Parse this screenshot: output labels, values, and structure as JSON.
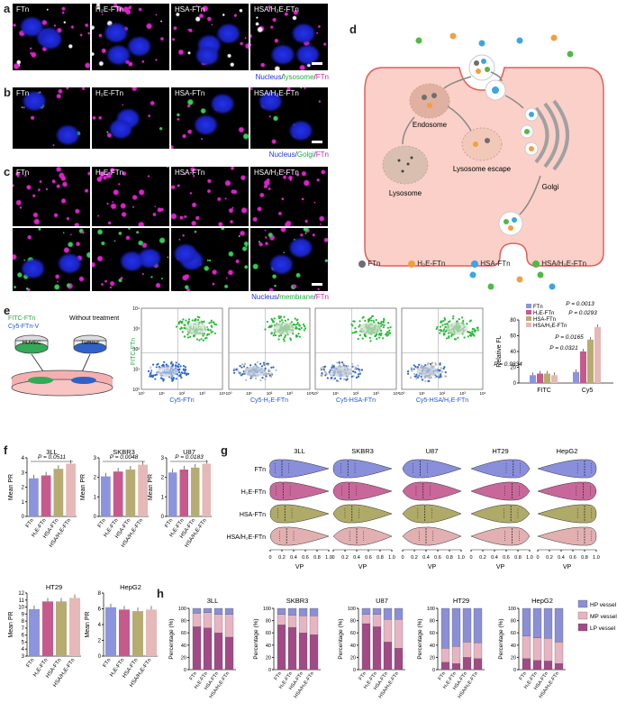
{
  "panels": {
    "a": "a",
    "b": "b",
    "c": "c",
    "d": "d",
    "e": "e",
    "f": "f",
    "g": "g",
    "h": "h"
  },
  "groups": [
    "FTn",
    "H₂E-FTn",
    "HSA-FTn",
    "HSA/H₂E-FTn"
  ],
  "a_caption": {
    "n": "Nucleus",
    "s1": "/",
    "l": "lysosome",
    "s2": "/",
    "f": "FTn"
  },
  "b_caption": {
    "n": "Nucleus",
    "s1": "/",
    "l": "Golgi",
    "s2": "/",
    "f": "FTn"
  },
  "c_caption": {
    "n": "Nucleus",
    "s1": "/",
    "l": "membrane",
    "s2": "/",
    "f": "FTn"
  },
  "colors": {
    "blue": "#2233dd",
    "green": "#33cc55",
    "magenta": "#dd22cc",
    "ftn": "#6e6e6e",
    "h2e": "#f0a040",
    "hsa": "#3aa7e0",
    "hsah2e": "#52b848"
  },
  "diagram": {
    "endosome": "Endosome",
    "lysosome": "Lysosome",
    "escape": "Lysosome escape",
    "golgi": "Golgi"
  },
  "legend_d": [
    "FTn",
    "H₂E-FTn",
    "HSA-FTn",
    "HSA/H₂E-FTn"
  ],
  "e_schematic": {
    "fitc": "FITC-FTn",
    "cy5": "Cy5-FTn-V",
    "without": "Without treatment",
    "huvec": "HUVEC",
    "tumour": "Tumour"
  },
  "flow": {
    "ylabel": "FITC-FTn",
    "ticks": [
      "10⁰",
      "10¹",
      "10²",
      "10³",
      "10⁴"
    ],
    "huvec": "HUVEC",
    "tumour": "Tumour",
    "xlabels": [
      "Cy5-FTn",
      "Cy5-H₂E-FTn",
      "Cy5-HSA-FTn",
      "Cy5-HSA/H₂E-FTn"
    ]
  },
  "chart_data": [
    {
      "panel": "e",
      "type": "bar",
      "ylabel": "Relative FL",
      "categories": [
        "FITC",
        "Cy5"
      ],
      "ylim": [
        0,
        80
      ],
      "yticks": [
        0,
        20,
        40,
        60,
        80
      ],
      "series": [
        {
          "name": "FTn",
          "values": [
            10,
            14
          ]
        },
        {
          "name": "H₂E-FTn",
          "values": [
            12,
            40
          ]
        },
        {
          "name": "HSA-FTn",
          "values": [
            12,
            55
          ]
        },
        {
          "name": "HSA/H₂E-FTn",
          "values": [
            10,
            71
          ]
        }
      ],
      "annotations": [
        "P = 0.9834",
        "P = 0.0013",
        "P = 0.0293",
        "P = 0.0165",
        "P = 0.0321"
      ]
    },
    {
      "panel": "f",
      "type": "bar",
      "title": "3LL",
      "ylabel": "Mean PR",
      "ylim": [
        0,
        4
      ],
      "yticks": [
        0,
        1,
        2,
        3,
        4
      ],
      "categories": [
        "FTn",
        "H₂E-FTn",
        "HSA-FTn",
        "HSA/H₂E-FTn"
      ],
      "values": [
        2.6,
        2.8,
        3.25,
        3.6
      ],
      "annotation": "P = 0.0511"
    },
    {
      "panel": "f",
      "type": "bar",
      "title": "SKBR3",
      "ylabel": "Mean PR",
      "ylim": [
        0,
        3
      ],
      "yticks": [
        0,
        1,
        2,
        3
      ],
      "categories": [
        "FTn",
        "H₂E-FTn",
        "HSA-FTn",
        "HSA/H₂E-FTn"
      ],
      "values": [
        2.05,
        2.3,
        2.4,
        2.65
      ],
      "annotation": "P = 0.0048"
    },
    {
      "panel": "f",
      "type": "bar",
      "title": "U87",
      "ylabel": "Mean PR",
      "ylim": [
        0,
        3
      ],
      "yticks": [
        0,
        1,
        2,
        3
      ],
      "categories": [
        "FTn",
        "H₂E-FTn",
        "HSA-FTn",
        "HSA/H₂E-FTn"
      ],
      "values": [
        2.25,
        2.4,
        2.5,
        2.7
      ],
      "annotation": "P = 0.0183"
    },
    {
      "panel": "f",
      "type": "bar",
      "title": "HT29",
      "ylabel": "Mean PR",
      "ylim": [
        3,
        12
      ],
      "yticks": [
        3,
        4,
        5,
        6,
        7,
        8,
        9,
        10,
        11,
        12
      ],
      "categories": [
        "FTn",
        "H₂E-FTn",
        "HSA-FTn",
        "HSA/H₂E-FTn"
      ],
      "values": [
        9.7,
        10.8,
        10.8,
        11.3
      ]
    },
    {
      "panel": "f",
      "type": "bar",
      "title": "HepG2",
      "ylabel": "Mean PR",
      "ylim": [
        0,
        8
      ],
      "yticks": [
        0,
        2,
        4,
        6,
        8
      ],
      "categories": [
        "FTn",
        "H₂E-FTn",
        "HSA-FTn",
        "HSA/H₂E-FTn"
      ],
      "values": [
        6.2,
        5.9,
        5.7,
        5.9
      ]
    },
    {
      "panel": "g",
      "type": "violin",
      "xlabel": "VP",
      "cells": [
        "3LL",
        "SKBR3",
        "U87",
        "HT29",
        "HepG2"
      ],
      "groups": [
        "FTn",
        "H₂E-FTn",
        "HSA-FTn",
        "HSA/H₂E-FTn"
      ],
      "xticks": [
        "0",
        "0.2",
        "0.4",
        "0.6",
        "0.8",
        "1.0"
      ],
      "medians": [
        [
          0.2,
          0.22,
          0.25,
          0.28
        ],
        [
          0.25,
          0.27,
          0.32,
          0.4
        ],
        [
          0.3,
          0.35,
          0.38,
          0.4
        ],
        [
          0.72,
          0.7,
          0.68,
          0.7
        ],
        [
          0.8,
          0.78,
          0.8,
          0.8
        ]
      ]
    },
    {
      "panel": "h",
      "type": "stacked-bar",
      "ylabel": "Percentage (%)",
      "ylim": [
        0,
        100
      ],
      "yticks": [
        0,
        20,
        40,
        60,
        80,
        100
      ],
      "cells": [
        "3LL",
        "SKBR3",
        "U87",
        "HT29",
        "HepG2"
      ],
      "categories": [
        "FTn",
        "H₂E-FTn",
        "HSA-FTn",
        "HSA/H₂E-FTn"
      ],
      "legend": [
        "HP vessel",
        "MP vessel",
        "LP vessel"
      ],
      "data": {
        "3LL": {
          "LP": [
            70,
            68,
            60,
            53
          ],
          "MP": [
            22,
            25,
            30,
            37
          ],
          "HP": [
            8,
            7,
            10,
            10
          ]
        },
        "SKBR3": {
          "LP": [
            73,
            69,
            60,
            57
          ],
          "MP": [
            17,
            20,
            28,
            31
          ],
          "HP": [
            10,
            11,
            12,
            12
          ]
        },
        "U87": {
          "LP": [
            75,
            70,
            45,
            35
          ],
          "MP": [
            15,
            20,
            37,
            47
          ],
          "HP": [
            10,
            10,
            18,
            18
          ]
        },
        "HT29": {
          "LP": [
            12,
            10,
            20,
            18
          ],
          "MP": [
            23,
            28,
            25,
            26
          ],
          "HP": [
            65,
            62,
            55,
            56
          ]
        },
        "HepG2": {
          "LP": [
            18,
            15,
            14,
            10
          ],
          "MP": [
            37,
            37,
            37,
            35
          ],
          "HP": [
            45,
            48,
            49,
            55
          ]
        }
      }
    }
  ]
}
